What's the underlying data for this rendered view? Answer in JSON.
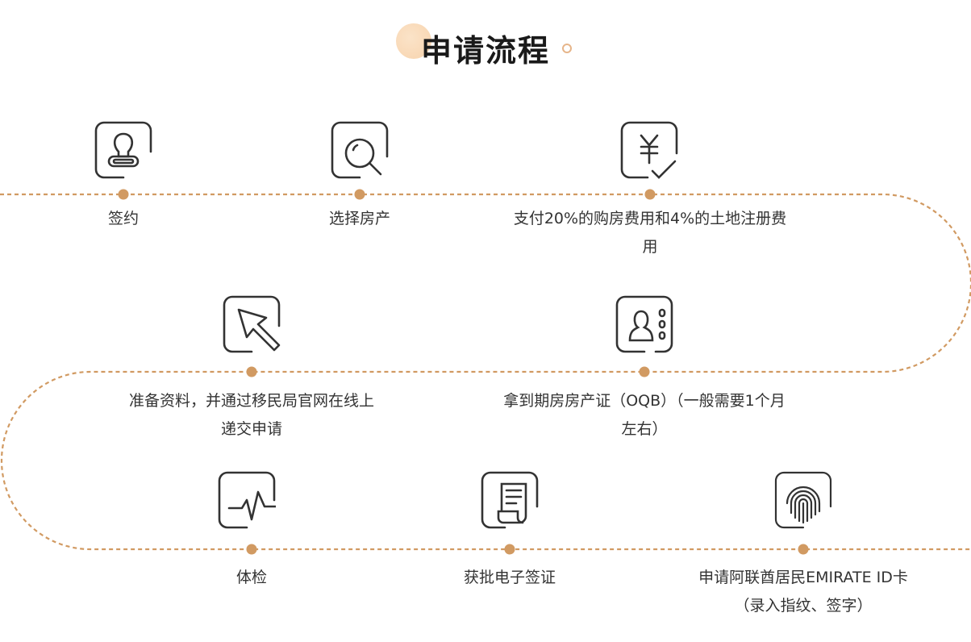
{
  "title": "申请流程",
  "colors": {
    "accent": "#d19a62",
    "icon": "#333333"
  },
  "steps": [
    {
      "icon": "stamp-icon",
      "label": "签约"
    },
    {
      "icon": "magnifier-icon",
      "label": "选择房产"
    },
    {
      "icon": "yuan-check-icon",
      "label": "支付20%的购房费用和4%的土地注册费用"
    },
    {
      "icon": "cursor-arrow-icon",
      "label": "准备资料，并通过移民局官网在线上递交申请"
    },
    {
      "icon": "contact-card-icon",
      "label": "拿到期房房产证（OQB）（一般需要1个月左右）"
    },
    {
      "icon": "heartbeat-icon",
      "label": "体检"
    },
    {
      "icon": "document-scroll-icon",
      "label": "获批电子签证"
    },
    {
      "icon": "fingerprint-icon",
      "label": "申请阿联酋居民EMIRATE ID卡（录入指纹、签字）"
    }
  ]
}
